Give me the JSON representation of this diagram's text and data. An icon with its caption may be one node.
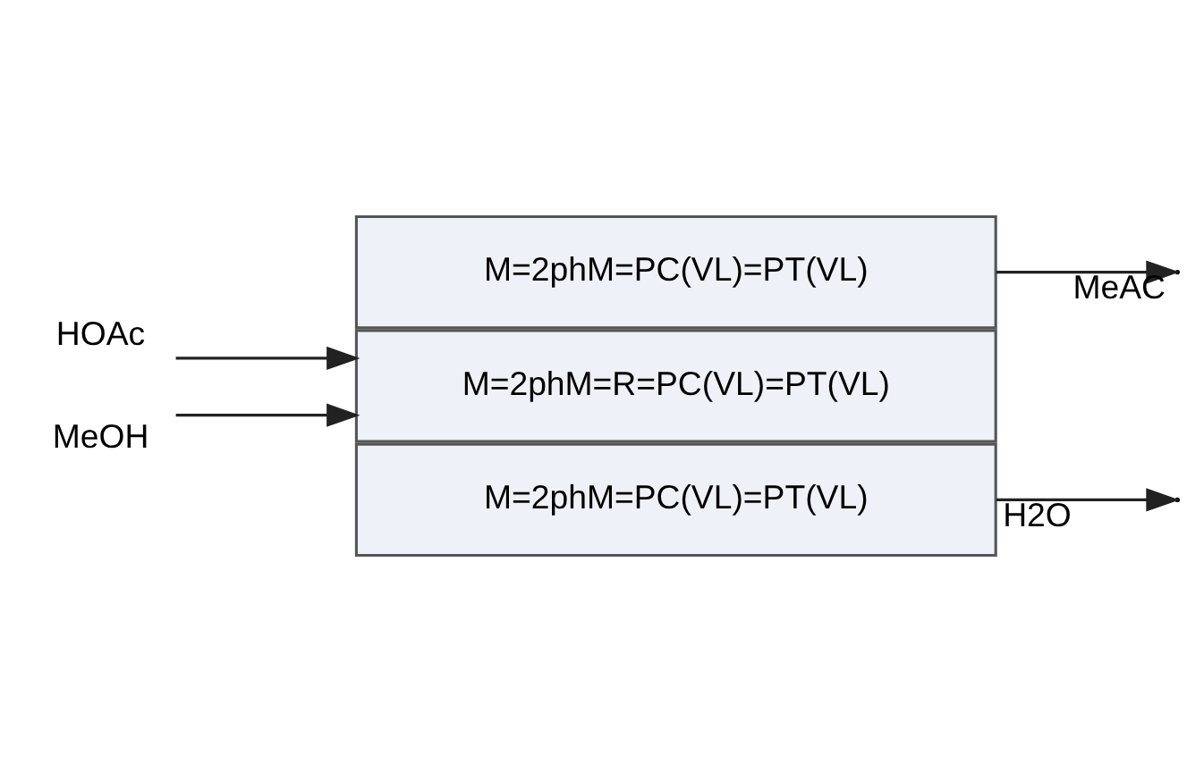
{
  "diagram": {
    "nodes": [
      {
        "text": [
          "HOAc"
        ]
      },
      {
        "text": [
          "MeOH"
        ]
      },
      {
        "text": [
          "M=2phM=PC(VL)=PT(VL)"
        ]
      },
      {
        "text": [
          "M=2phM=R=PC(VL)=PT(VL)"
        ]
      },
      {
        "text": [
          "M=2phM=PC(VL)=PT(VL)"
        ]
      }
    ],
    "edges": [
      {
        "from": 0,
        "to": 3,
        "arrow": "to"
      },
      {
        "from": 1,
        "to": 3,
        "arrow": "to"
      },
      {
        "from": 2,
        "to": null,
        "arrow": "to",
        "label": "MeAC"
      },
      {
        "from": 4,
        "to": null,
        "arrow": "to",
        "label": "H2O"
      }
    ]
  }
}
